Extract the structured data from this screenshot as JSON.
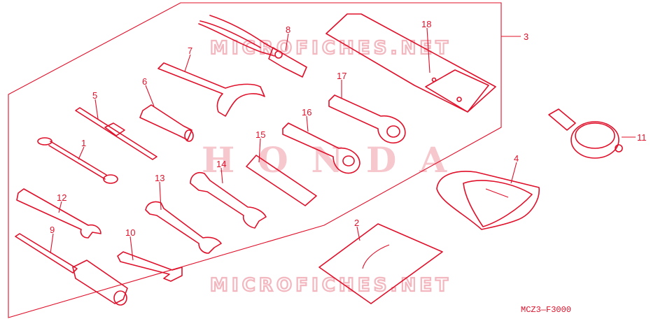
{
  "diagram": {
    "watermarks": [
      "MICROFICHES.NET",
      "HONDA",
      "MICROFICHES.NET"
    ],
    "code": "MCZ3—F3000",
    "callouts": [
      {
        "id": "1",
        "part": "wrench-flat"
      },
      {
        "id": "2",
        "part": "pouch-small"
      },
      {
        "id": "3",
        "part": "tool-kit-group"
      },
      {
        "id": "4",
        "part": "tool-bag"
      },
      {
        "id": "5",
        "part": "screwdriver"
      },
      {
        "id": "6",
        "part": "screwdriver-handle"
      },
      {
        "id": "7",
        "part": "pin-spanner"
      },
      {
        "id": "8",
        "part": "pliers"
      },
      {
        "id": "9",
        "part": "socket-wrench"
      },
      {
        "id": "10",
        "part": "hex-key"
      },
      {
        "id": "11",
        "part": "tire-pressure-gauge"
      },
      {
        "id": "12",
        "part": "spark-plug-wrench"
      },
      {
        "id": "13",
        "part": "open-end-wrench-a"
      },
      {
        "id": "14",
        "part": "open-end-wrench-b"
      },
      {
        "id": "15",
        "part": "extension-bar"
      },
      {
        "id": "16",
        "part": "box-wrench"
      },
      {
        "id": "17",
        "part": "ring-wrench"
      },
      {
        "id": "18",
        "part": "tool-case"
      }
    ]
  }
}
